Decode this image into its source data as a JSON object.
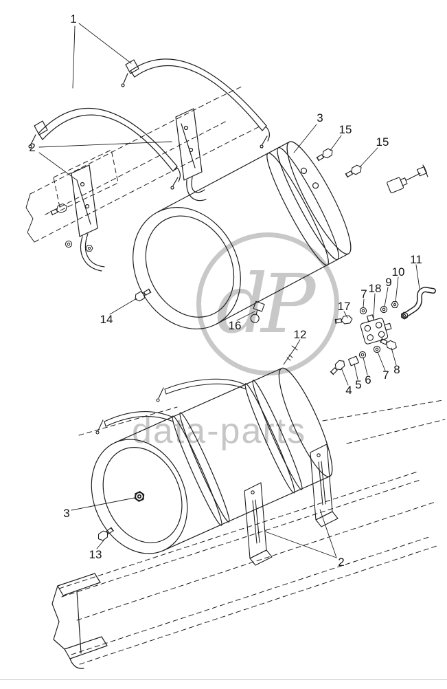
{
  "diagram": {
    "watermark": {
      "logo": "dP",
      "text": "data-parts"
    },
    "colors": {
      "line": "#1c1c1c",
      "watermark_gray": "#c8c8c8",
      "background": "#ffffff"
    },
    "callouts": [
      {
        "label": "1"
      },
      {
        "label": "2"
      },
      {
        "label": "3"
      },
      {
        "label": "15"
      },
      {
        "label": "15"
      },
      {
        "label": "14"
      },
      {
        "label": "16"
      },
      {
        "label": "17"
      },
      {
        "label": "7"
      },
      {
        "label": "18"
      },
      {
        "label": "9"
      },
      {
        "label": "10"
      },
      {
        "label": "11"
      },
      {
        "label": "12"
      },
      {
        "label": "4"
      },
      {
        "label": "5"
      },
      {
        "label": "6"
      },
      {
        "label": "7"
      },
      {
        "label": "8"
      },
      {
        "label": "3"
      },
      {
        "label": "13"
      },
      {
        "label": "2"
      }
    ]
  }
}
